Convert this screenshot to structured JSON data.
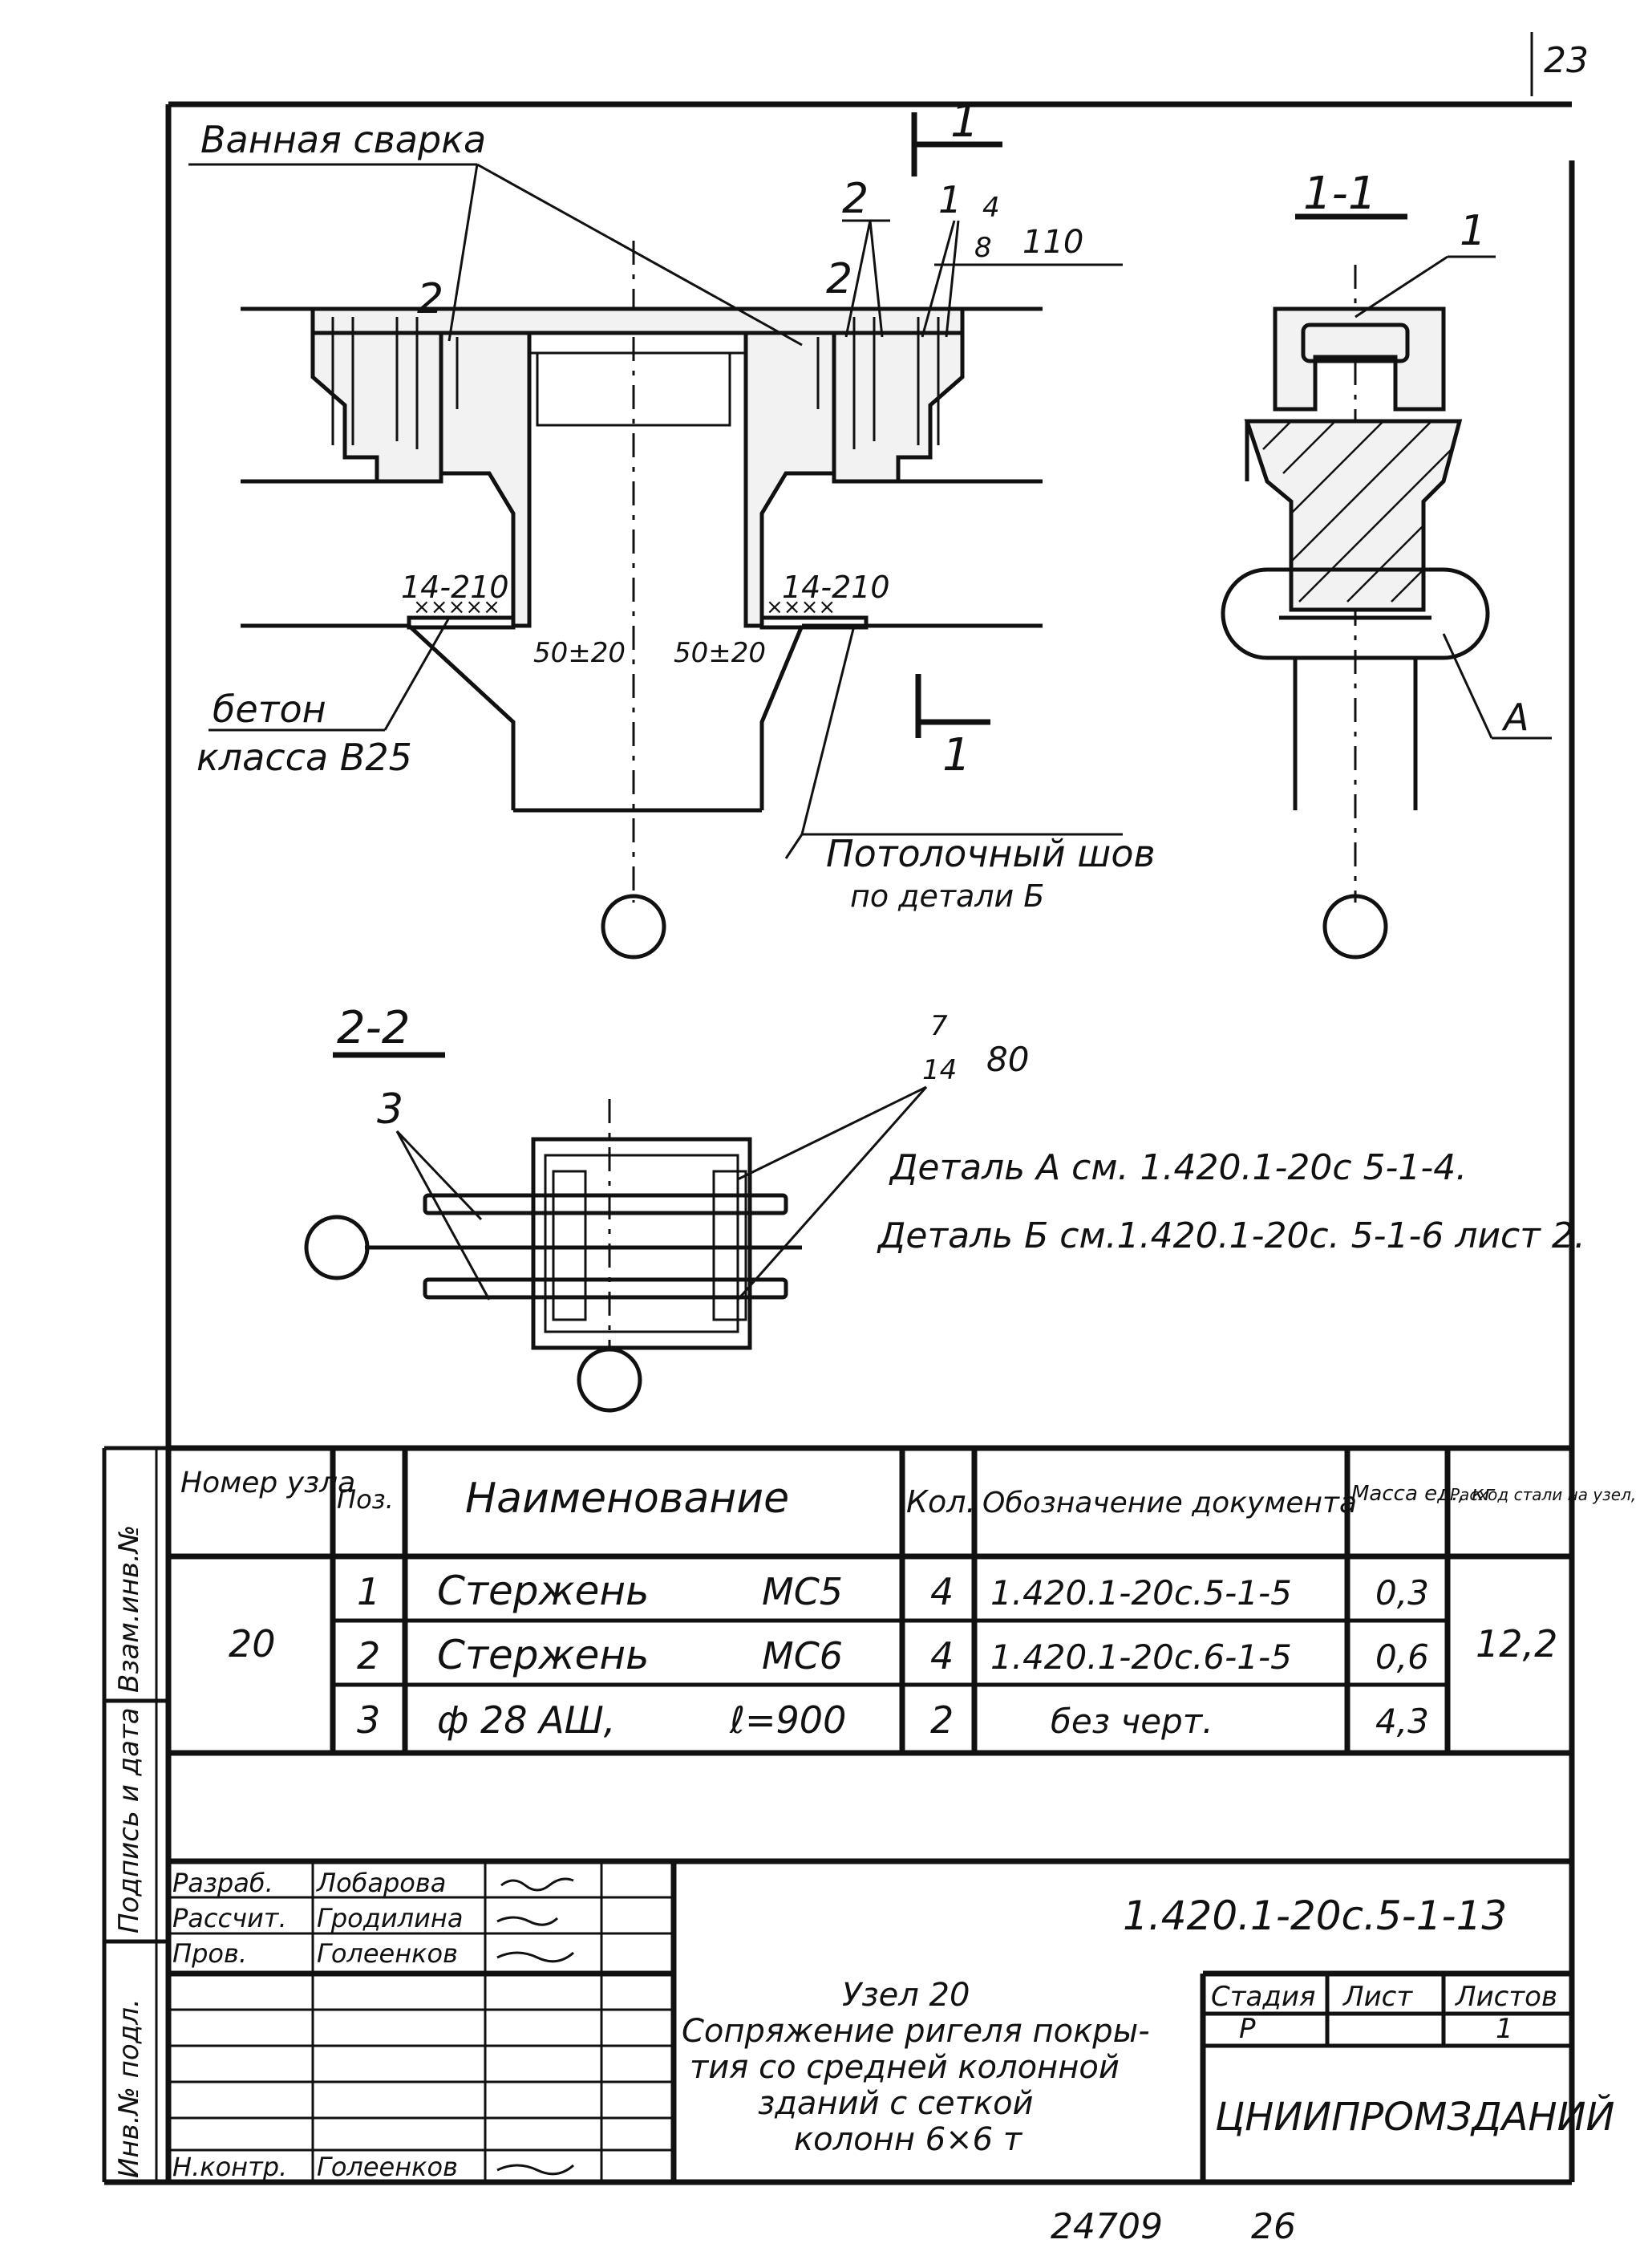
{
  "corner_mark": "23",
  "labels": {
    "bath_weld": "Ванная сварка",
    "concrete_line1": "бетон",
    "concrete_line2": "класса В25",
    "ceiling_seam_line1": "Потолочный шов",
    "ceiling_seam_line2": "по детали Б",
    "section_1_1": "1-1",
    "section_2_2": "2-2",
    "cut_mark_1": "1",
    "cut_mark_1b": "1",
    "pos_2a": "2",
    "pos_2b": "2",
    "pos_2c": "2",
    "pos_1a": "1",
    "pos_1_section": "1",
    "pos_3": "3",
    "weld_4_110_top": "4",
    "weld_4_110_bottom": "8",
    "weld_4_110_len": "110",
    "weld_14_210_left": "14-210",
    "weld_14_210_right": "14-210",
    "dim_50_left": "50±20",
    "dim_50_right": "50±20",
    "weld_7_80_top": "7",
    "weld_7_80_bottom": "14",
    "weld_7_80_len": "80",
    "detail_A_label": "А",
    "note_detail_A": "Деталь А см. 1.420.1-20с 5-1-4.",
    "note_detail_B": "Деталь Б см.1.420.1-20с. 5-1-6 лист 2."
  },
  "spec_table": {
    "headers": {
      "node": "Номер узла",
      "pos": "Поз.",
      "name": "Наименование",
      "qty": "Кол.",
      "doc": "Обозначение документа",
      "mass": "Масса ед., кг",
      "steel": "Расход стали на узел,"
    },
    "node_number": "20",
    "total_steel": "12,2",
    "rows": [
      {
        "pos": "1",
        "name": "Стержень",
        "mark": "МС5",
        "qty": "4",
        "doc": "1.420.1-20с.5-1-5",
        "mass": "0,3"
      },
      {
        "pos": "2",
        "name": "Стержень",
        "mark": "МС6",
        "qty": "4",
        "doc": "1.420.1-20с.6-1-5",
        "mass": "0,6"
      },
      {
        "pos": "3",
        "name": "ф 28 АШ,",
        "mark": "ℓ=900",
        "qty": "2",
        "doc": "без черт.",
        "mass": "4,3"
      }
    ]
  },
  "title_block": {
    "doc_code": "1.420.1-20с.5-1-13",
    "roles": [
      {
        "role": "Разраб.",
        "name": "Лобарова"
      },
      {
        "role": "Рассчит.",
        "name": "Гродилина"
      },
      {
        "role": "Пров.",
        "name": "Голеенков"
      },
      {
        "role": "Н.контр.",
        "name": "Голеенков"
      }
    ],
    "title_lines": [
      "Узел 20",
      "Сопряжение ригеля покры-",
      "тия со средней колонной",
      "зданий с сеткой",
      "колонн 6×6 т"
    ],
    "stage_label": "Стадия",
    "sheet_label": "Лист",
    "sheets_label": "Листов",
    "stage": "Р",
    "sheets": "1",
    "org": "ЦНИИПРОМЗДАНИЙ"
  },
  "side_stamp": {
    "inv_orig": "Инв.№ подл.",
    "sign_date": "Подпись и дата",
    "inv_repl": "Взам.инв.№"
  },
  "footer": {
    "archive_no": "24709",
    "page_no": "26"
  }
}
